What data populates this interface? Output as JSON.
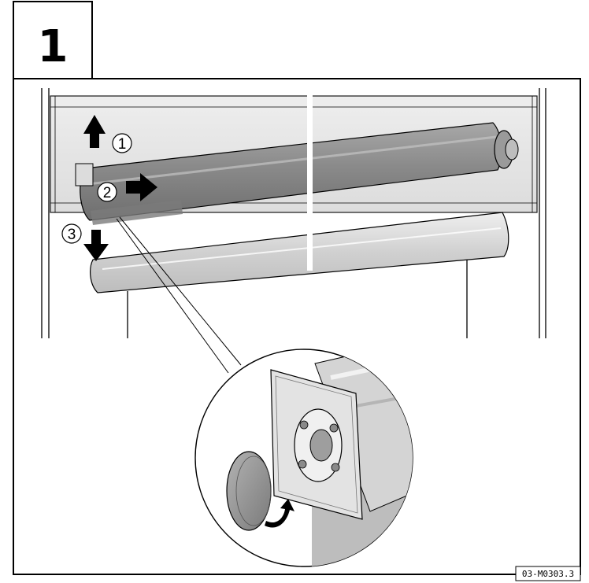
{
  "step": {
    "number": "1"
  },
  "callouts": [
    {
      "label": "1",
      "action": "lift-up"
    },
    {
      "label": "2",
      "action": "slide-right"
    },
    {
      "label": "3",
      "action": "lower-down"
    }
  ],
  "reference_code": "03-M0303.3",
  "colors": {
    "line": "#000000",
    "frame_fill": "#e6e6e6",
    "roller_fill": "#8c8c8c",
    "fabric_fill": "#d6d6d6",
    "arrow_fill": "#000000"
  },
  "icons": [
    "arrow-up-icon",
    "arrow-right-icon",
    "arrow-down-icon",
    "rotate-arrow-icon"
  ]
}
